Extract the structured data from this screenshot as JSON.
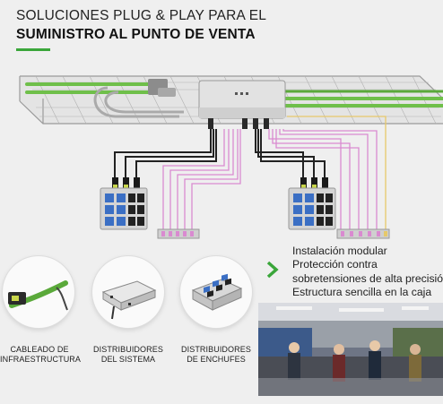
{
  "heading": {
    "line1": "SOLUCIONES PLUG & PLAY PARA EL",
    "line2": "SUMINISTRO AL PUNTO DE VENTA"
  },
  "products": [
    {
      "line1": "CABLEADO DE",
      "line2": "INFRAESTRUCTURA",
      "icon": "infrastructure-cable-icon"
    },
    {
      "line1": "DISTRIBUIDORES",
      "line2": "DEL SISTEMA",
      "icon": "system-distributor-icon"
    },
    {
      "line1": "DISTRIBUIDORES",
      "line2": "DE ENCHUFES",
      "icon": "socket-distributor-icon"
    }
  ],
  "features": [
    "Instalación modular",
    "Protección contra",
    "sobretensiones de alta precisión",
    "Estructura sencilla en la caja"
  ],
  "colors": {
    "accent_green": "#3aa63a",
    "cable_green": "#6fbf4a",
    "cable_pink": "#d98ad0",
    "cable_black": "#222222"
  }
}
